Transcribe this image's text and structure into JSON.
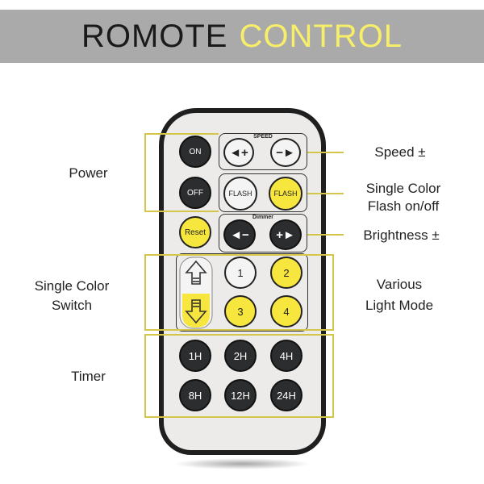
{
  "banner": {
    "title_part1": "ROMOTE",
    "title_part2": "CONTROL"
  },
  "groups": {
    "speed": "SPEED",
    "dimmer": "Dimmer"
  },
  "buttons": {
    "on": "ON",
    "off": "OFF",
    "reset": "Reset",
    "speed_up": "◄+",
    "speed_down": "−►",
    "flash_off": "FLASH",
    "flash_on": "FLASH",
    "bright_down": "◄−",
    "bright_up": "+►",
    "mode1": "1",
    "mode2": "2",
    "mode3": "3",
    "mode4": "4",
    "t1": "1H",
    "t2": "2H",
    "t4": "4H",
    "t8": "8H",
    "t12": "12H",
    "t24": "24H"
  },
  "labels": {
    "power": "Power",
    "speed": "Speed ±",
    "flash_line1": "Single Color",
    "flash_line2": "Flash on/off",
    "brightness": "Brightness ±",
    "switch_line1": "Single Color",
    "switch_line2": "Switch",
    "mode_line1": "Various",
    "mode_line2": "Light Mode",
    "timer": "Timer"
  },
  "colors": {
    "accent_yellow": "#f7e63e",
    "banner_gray": "#aaaaaa",
    "annotation_line": "#d4c64a"
  }
}
